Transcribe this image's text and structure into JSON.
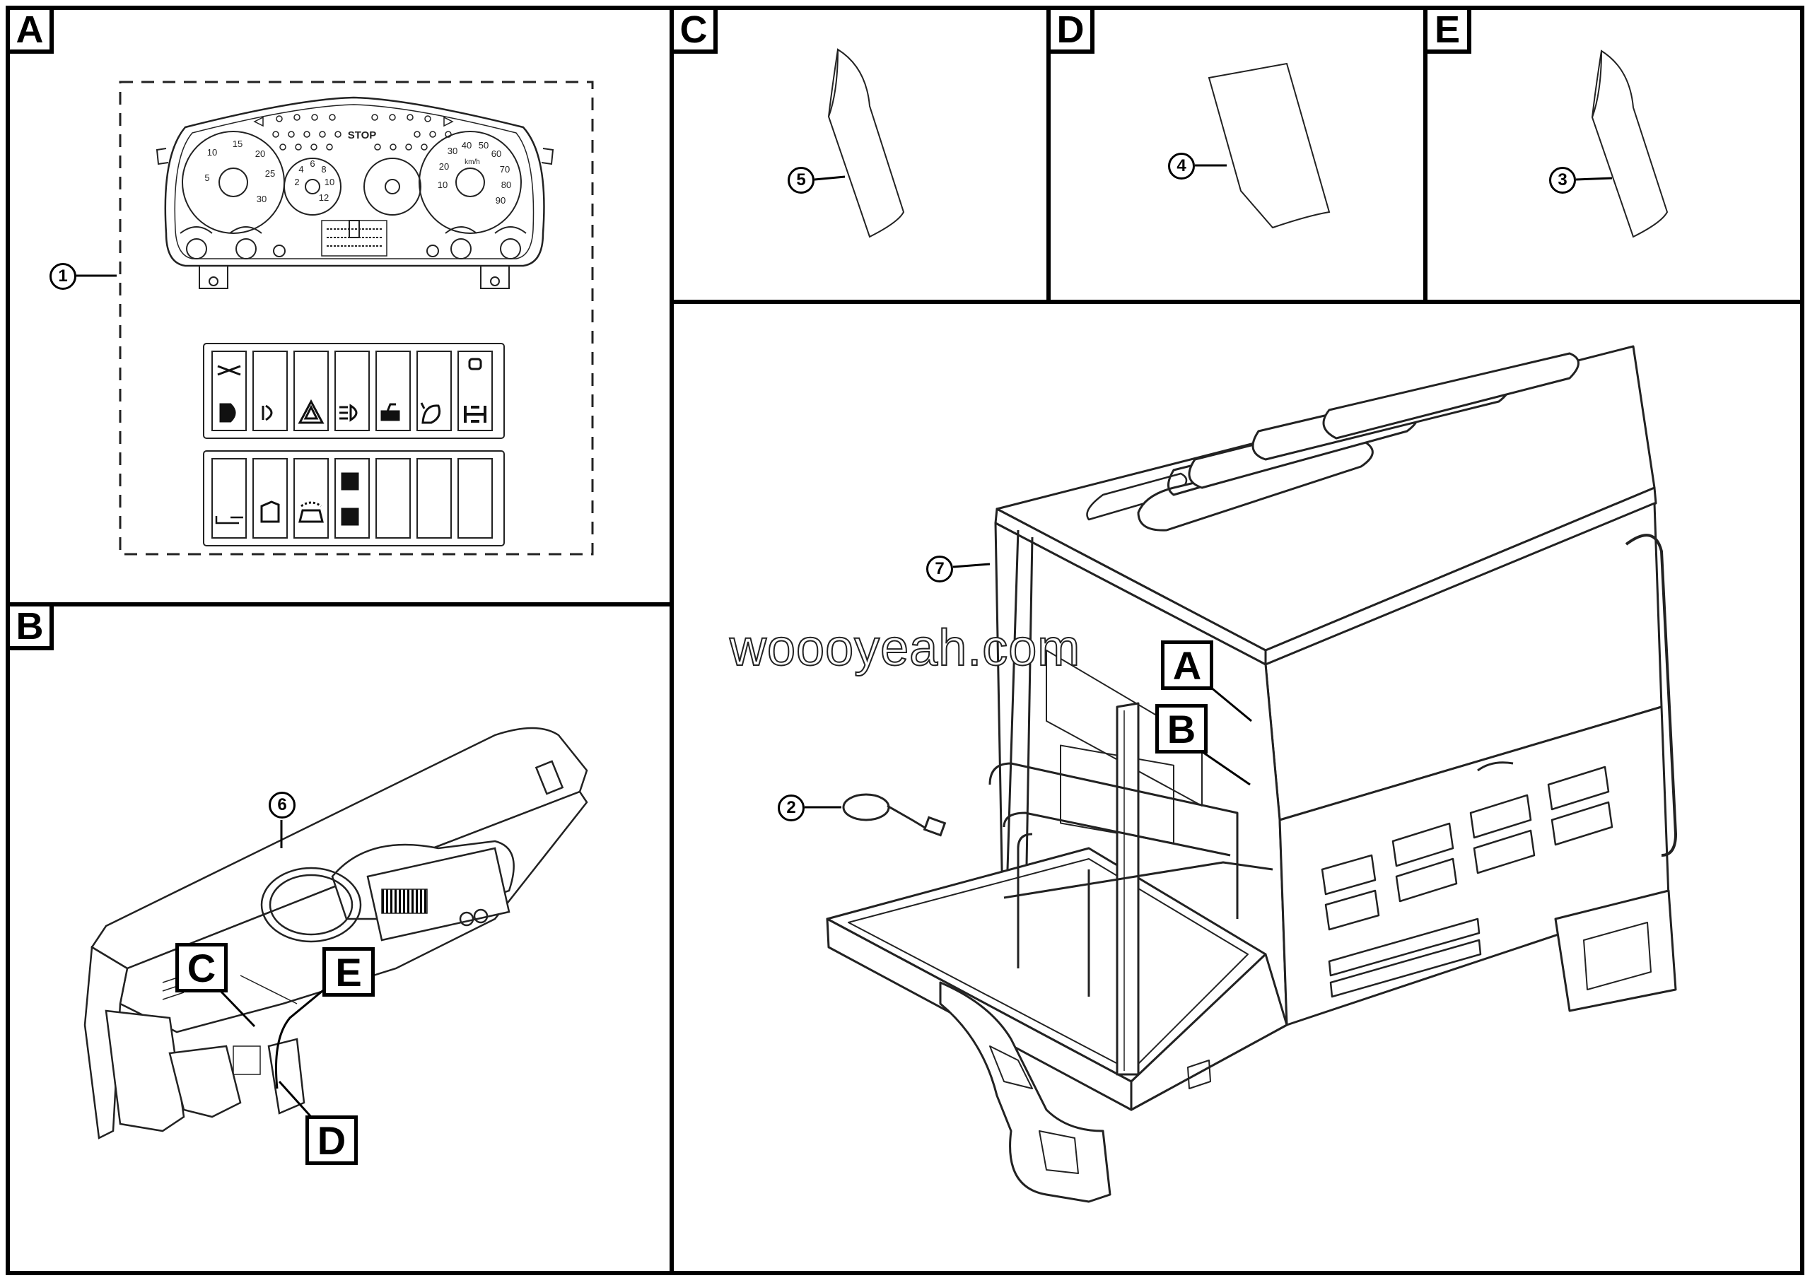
{
  "panels": [
    {
      "id": "A",
      "label": "A"
    },
    {
      "id": "B",
      "label": "B"
    },
    {
      "id": "C",
      "label": "C"
    },
    {
      "id": "D",
      "label": "D"
    },
    {
      "id": "E",
      "label": "E"
    }
  ],
  "callouts": {
    "dash": {
      "C": "C",
      "D": "D",
      "E": "E"
    },
    "cab": {
      "A": "A",
      "B": "B"
    }
  },
  "items": {
    "n1": "1",
    "n2": "2",
    "n3": "3",
    "n4": "4",
    "n5": "5",
    "n6": "6",
    "n7": "7"
  },
  "cluster": {
    "speed_ticks": [
      "10",
      "20",
      "30",
      "40",
      "50",
      "60",
      "70",
      "80",
      "90"
    ],
    "speed_unit": "km/h",
    "rpm_ticks": [
      "5",
      "10",
      "15",
      "20",
      "25",
      "30"
    ],
    "gauge_ticks": [
      "2",
      "4",
      "6",
      "8",
      "10",
      "12"
    ],
    "stop_label": "STOP"
  },
  "watermark": "woooyeah.com"
}
